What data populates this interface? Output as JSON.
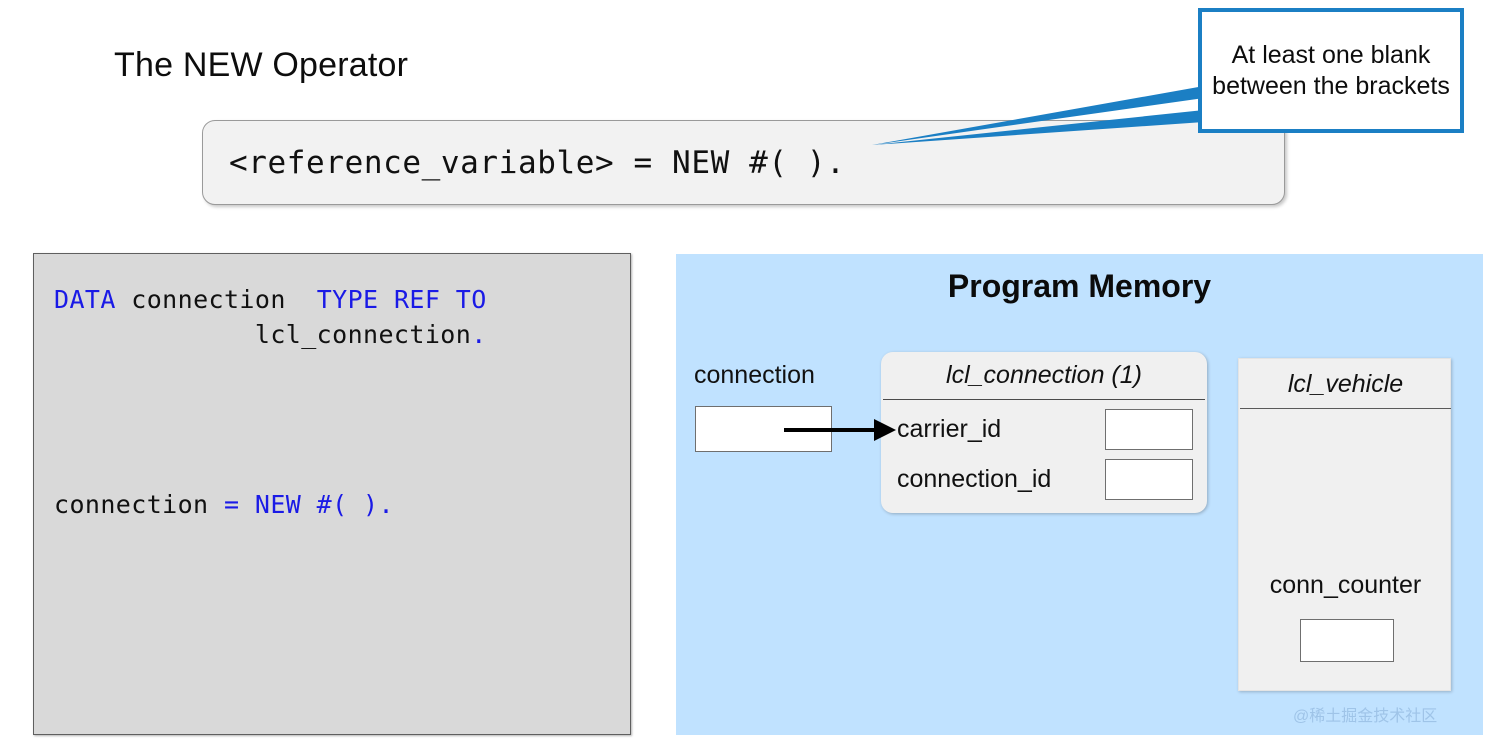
{
  "slide": {
    "title": "The NEW Operator"
  },
  "syntax": {
    "code": "<reference_variable> = NEW #( )."
  },
  "callout": {
    "text": "At least one blank between the brackets",
    "border_color": "#1b7fc4"
  },
  "code_panel": {
    "background": "#d9d9d9",
    "keyword_color": "#1a1ae6",
    "lines": [
      {
        "id": "line1",
        "parts": [
          {
            "text": "DATA",
            "style": "kw"
          },
          {
            "text": " connection  ",
            "style": "plain"
          },
          {
            "text": "TYPE REF TO",
            "style": "kw"
          }
        ]
      },
      {
        "id": "line2",
        "parts": [
          {
            "text": "             lcl_connection",
            "style": "plain"
          },
          {
            "text": ".",
            "style": "kw"
          }
        ]
      },
      {
        "id": "line3",
        "parts": [
          {
            "text": "connection ",
            "style": "plain"
          },
          {
            "text": "= NEW #( ).",
            "style": "op"
          }
        ]
      }
    ],
    "line1_text": "DATA connection  TYPE REF TO",
    "line2_text": "             lcl_connection.",
    "line3_text": "connection = NEW #( )."
  },
  "memory": {
    "title": "Program Memory",
    "background": "#c0e2ff",
    "reference_variable": {
      "label": "connection",
      "value": ""
    },
    "objects": [
      {
        "title": "lcl_connection (1)",
        "shape": "rounded",
        "attributes": [
          {
            "name": "carrier_id",
            "value": ""
          },
          {
            "name": "connection_id",
            "value": ""
          }
        ]
      },
      {
        "title": "lcl_vehicle",
        "shape": "rect",
        "attributes": [
          {
            "name": "conn_counter",
            "value": ""
          }
        ]
      }
    ]
  },
  "watermark": {
    "text": "@稀土掘金技术社区"
  }
}
